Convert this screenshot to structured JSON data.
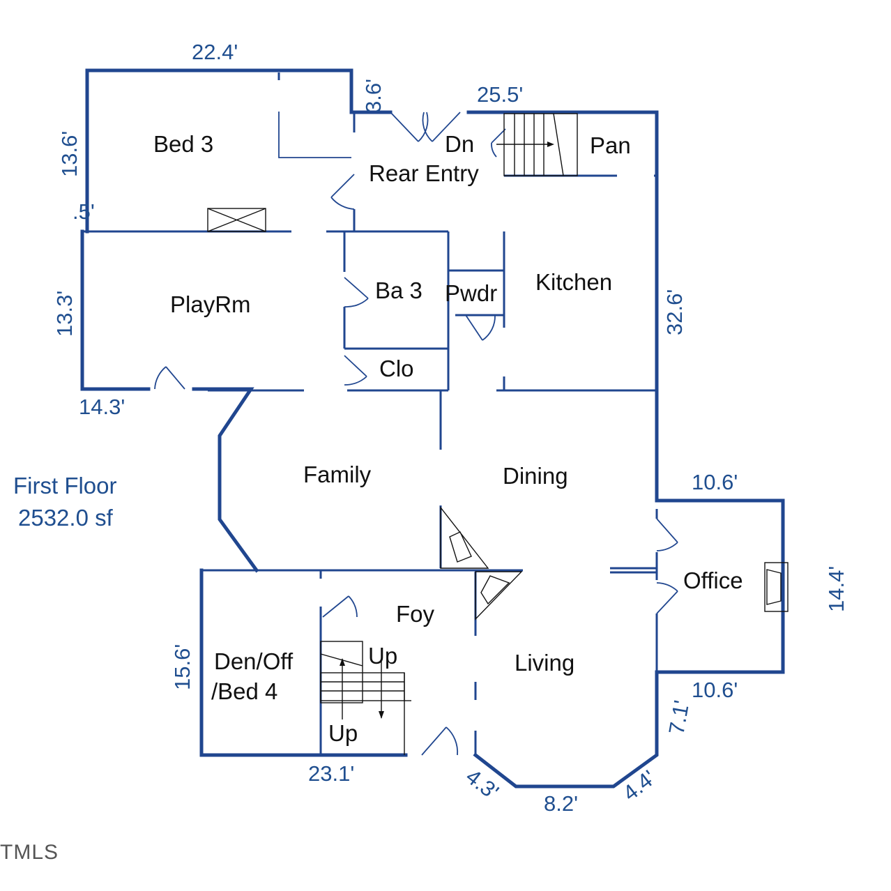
{
  "floor": {
    "name": "First Floor",
    "area": "2532.0 sf"
  },
  "rooms": {
    "bed3": "Bed 3",
    "rear_entry": "Rear Entry",
    "dn": "Dn",
    "pan": "Pan",
    "playrm": "PlayRm",
    "ba3": "Ba 3",
    "pwdr": "Pwdr",
    "kitchen": "Kitchen",
    "clo": "Clo",
    "family": "Family",
    "dining": "Dining",
    "office": "Office",
    "foy": "Foy",
    "den_line1": "Den/Off",
    "den_line2": "/Bed 4",
    "up1": "Up",
    "up2": "Up",
    "living": "Living"
  },
  "dimensions": {
    "d_22_4": "22.4'",
    "d_3_6": "3.6'",
    "d_25_5": "25.5'",
    "d_13_6": "13.6'",
    "d_0_5": ".5'",
    "d_13_3": "13.3'",
    "d_32_6": "32.6'",
    "d_14_3": "14.3'",
    "d_10_6_top": "10.6'",
    "d_14_4": "14.4'",
    "d_10_6_bottom": "10.6'",
    "d_15_6": "15.6'",
    "d_7_1": "7.1'",
    "d_23_1": "23.1'",
    "d_4_3": "4.3'",
    "d_8_2": "8.2'",
    "d_4_4": "4.4'"
  },
  "logo_text": "TMLS",
  "colors": {
    "wall": "#20468f",
    "dimension_text": "#1f4e8f",
    "room_text": "#111111"
  }
}
